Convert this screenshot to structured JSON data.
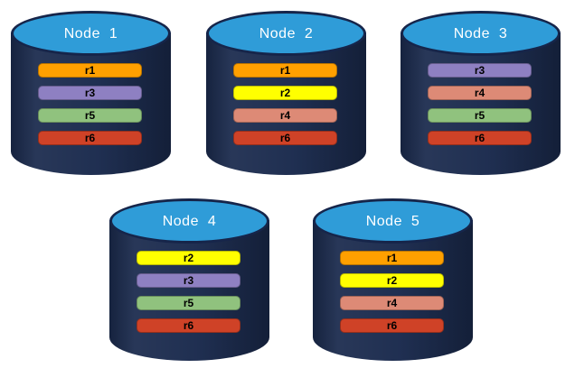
{
  "colors": {
    "canvas_bg": "#FFFFFF",
    "cylinder_body": "#1B2B4E",
    "cylinder_cap": "#2F9CD8",
    "cylinder_outline": "#16254A",
    "title_text": "#FFFFFF",
    "bar_text": "#000000"
  },
  "partition_colors": {
    "r1": "#FFA000",
    "r2": "#FFFF00",
    "r3": "#8E80C2",
    "r4": "#DD8A76",
    "r5": "#90C27E",
    "r6": "#CF4227"
  },
  "nodes": [
    {
      "title": "Node  1",
      "partitions": [
        {
          "label": "r1",
          "color": "#FFA000"
        },
        {
          "label": "r3",
          "color": "#8E80C2"
        },
        {
          "label": "r5",
          "color": "#90C27E"
        },
        {
          "label": "r6",
          "color": "#CF4227"
        }
      ]
    },
    {
      "title": "Node  2",
      "partitions": [
        {
          "label": "r1",
          "color": "#FFA000"
        },
        {
          "label": "r2",
          "color": "#FFFF00"
        },
        {
          "label": "r4",
          "color": "#DD8A76"
        },
        {
          "label": "r6",
          "color": "#CF4227"
        }
      ]
    },
    {
      "title": "Node  3",
      "partitions": [
        {
          "label": "r3",
          "color": "#8E80C2"
        },
        {
          "label": "r4",
          "color": "#DD8A76"
        },
        {
          "label": "r5",
          "color": "#90C27E"
        },
        {
          "label": "r6",
          "color": "#CF4227"
        }
      ]
    },
    {
      "title": "Node  4",
      "partitions": [
        {
          "label": "r2",
          "color": "#FFFF00"
        },
        {
          "label": "r3",
          "color": "#8E80C2"
        },
        {
          "label": "r5",
          "color": "#90C27E"
        },
        {
          "label": "r6",
          "color": "#CF4227"
        }
      ]
    },
    {
      "title": "Node  5",
      "partitions": [
        {
          "label": "r1",
          "color": "#FFA000"
        },
        {
          "label": "r2",
          "color": "#FFFF00"
        },
        {
          "label": "r4",
          "color": "#DD8A76"
        },
        {
          "label": "r6",
          "color": "#CF4227"
        }
      ]
    }
  ]
}
